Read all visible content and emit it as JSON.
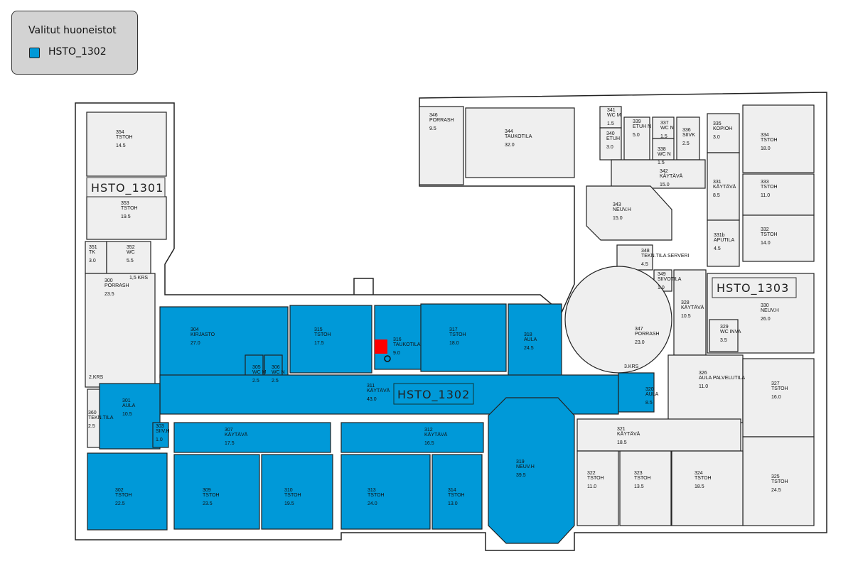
{
  "legend": {
    "title": "Valitut huoneistot",
    "items": [
      {
        "label": "HSTO_1302",
        "color": "#0099d8"
      }
    ]
  },
  "colors": {
    "selected": "#0099d8",
    "unselected": "#efefef",
    "wall": "#222222",
    "marker": "#ff0000"
  },
  "apartments": [
    {
      "id": "1301",
      "label": "HSTO_1301"
    },
    {
      "id": "1302",
      "label": "HSTO_1302"
    },
    {
      "id": "1303",
      "label": "HSTO_1303"
    }
  ],
  "stair_notes": {
    "krs_1_5": "1,5 KRS",
    "krs_2": "2.KRS",
    "krs_3": "3.KRS"
  },
  "rooms": [
    {
      "id": "354",
      "name": "TSTOH",
      "area": "14.5",
      "selected": false
    },
    {
      "id": "353",
      "name": "TSTOH",
      "area": "19.5",
      "selected": false
    },
    {
      "id": "351",
      "name": "TK",
      "area": "3.0",
      "selected": false
    },
    {
      "id": "352",
      "name": "WC",
      "area": "5.5",
      "selected": false
    },
    {
      "id": "300",
      "name": "PORRASH",
      "area": "23.5",
      "selected": false
    },
    {
      "id": "360",
      "name": "TEKN.TILA",
      "area": "2.5",
      "selected": false
    },
    {
      "id": "346",
      "name": "PORRASH",
      "area": "9.5",
      "selected": false
    },
    {
      "id": "344",
      "name": "TAUKOTILA",
      "area": "32.0",
      "selected": false
    },
    {
      "id": "341",
      "name": "WC M",
      "area": "1.5",
      "selected": false
    },
    {
      "id": "340",
      "name": "ETUH",
      "area": "3.0",
      "selected": false
    },
    {
      "id": "339",
      "name": "ETUH N",
      "area": "5.0",
      "selected": false
    },
    {
      "id": "337",
      "name": "WC N",
      "area": "1.5",
      "selected": false
    },
    {
      "id": "338",
      "name": "WC N",
      "area": "1.5",
      "selected": false
    },
    {
      "id": "336",
      "name": "SIIVK",
      "area": "2.5",
      "selected": false
    },
    {
      "id": "335",
      "name": "KOPIOH",
      "area": "3.0",
      "selected": false
    },
    {
      "id": "334",
      "name": "TSTOH",
      "area": "18.0",
      "selected": false
    },
    {
      "id": "333",
      "name": "TSTOH",
      "area": "11.0",
      "selected": false
    },
    {
      "id": "332",
      "name": "TSTOH",
      "area": "14.0",
      "selected": false
    },
    {
      "id": "331",
      "name": "KÄYTÄVÄ",
      "area": "8.5",
      "selected": false
    },
    {
      "id": "331b",
      "name": "APUTILA",
      "area": "4.5",
      "selected": false
    },
    {
      "id": "342",
      "name": "KÄYTÄVÄ",
      "area": "15.0",
      "selected": false
    },
    {
      "id": "343",
      "name": "NEUV.H",
      "area": "15.0",
      "selected": false
    },
    {
      "id": "348",
      "name": "TEKN.TILA SERVERI",
      "area": "4.5",
      "selected": false
    },
    {
      "id": "349",
      "name": "SIIVOTILA",
      "area": "1.0",
      "selected": false
    },
    {
      "id": "330",
      "name": "NEUV.H",
      "area": "26.0",
      "selected": false
    },
    {
      "id": "329",
      "name": "WC INVA",
      "area": "3.5",
      "selected": false
    },
    {
      "id": "328",
      "name": "KÄYTÄVÄ",
      "area": "10.5",
      "selected": false
    },
    {
      "id": "347",
      "name": "PORRASH",
      "area": "23.0",
      "selected": false
    },
    {
      "id": "326",
      "name": "AULA PALVELUTILA",
      "area": "11.0",
      "selected": false
    },
    {
      "id": "327",
      "name": "TSTOH",
      "area": "16.0",
      "selected": false
    },
    {
      "id": "325",
      "name": "TSTOH",
      "area": "24.5",
      "selected": false
    },
    {
      "id": "321",
      "name": "KÄYTÄVÄ",
      "area": "18.5",
      "selected": false
    },
    {
      "id": "322",
      "name": "TSTOH",
      "area": "11.0",
      "selected": false
    },
    {
      "id": "323",
      "name": "TSTOH",
      "area": "13.5",
      "selected": false
    },
    {
      "id": "324",
      "name": "TSTOH",
      "area": "18.5",
      "selected": false
    },
    {
      "id": "304",
      "name": "KIRJASTO",
      "area": "27.0",
      "selected": true
    },
    {
      "id": "315",
      "name": "TSTOH",
      "area": "17.5",
      "selected": true
    },
    {
      "id": "316",
      "name": "TAUKOTILA",
      "area": "9.0",
      "selected": true
    },
    {
      "id": "317",
      "name": "TSTOH",
      "area": "18.0",
      "selected": true
    },
    {
      "id": "318",
      "name": "AULA",
      "area": "24.5",
      "selected": true
    },
    {
      "id": "305",
      "name": "WC M",
      "area": "2.5",
      "selected": true
    },
    {
      "id": "306",
      "name": "WC N",
      "area": "2.5",
      "selected": true
    },
    {
      "id": "311",
      "name": "KÄYTÄVÄ",
      "area": "43.0",
      "selected": true
    },
    {
      "id": "301",
      "name": "AULA",
      "area": "10.5",
      "selected": true
    },
    {
      "id": "303",
      "name": "SIIV.H",
      "area": "1.0",
      "selected": true
    },
    {
      "id": "307",
      "name": "KÄYTÄVÄ",
      "area": "17.5",
      "selected": true
    },
    {
      "id": "312",
      "name": "KÄYTÄVÄ",
      "area": "16.5",
      "selected": true
    },
    {
      "id": "302",
      "name": "TSTOH",
      "area": "22.5",
      "selected": true
    },
    {
      "id": "309",
      "name": "TSTOH",
      "area": "23.5",
      "selected": true
    },
    {
      "id": "310",
      "name": "TSTOH",
      "area": "19.5",
      "selected": true
    },
    {
      "id": "313",
      "name": "TSTOH",
      "area": "24.0",
      "selected": true
    },
    {
      "id": "314",
      "name": "TSTOH",
      "area": "13.0",
      "selected": true
    },
    {
      "id": "319",
      "name": "NEUV.H",
      "area": "39.5",
      "selected": true
    },
    {
      "id": "320",
      "name": "AULA",
      "area": "8.5",
      "selected": true
    }
  ]
}
